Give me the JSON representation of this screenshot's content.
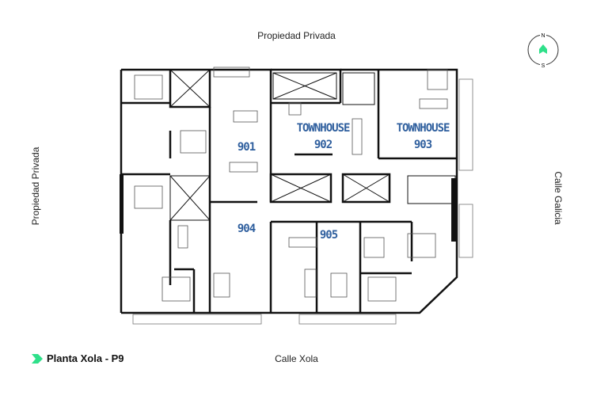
{
  "title": "Planta Xola - P9",
  "accent_color": "#2fe08a",
  "unit_label_color": "#2f5f9e",
  "surroundings": {
    "top": "Propiedad Privada",
    "left": "Propiedad Privada",
    "right": "Calle Galicia",
    "bottom": "Calle Xola"
  },
  "compass": {
    "north": "N",
    "south": "S",
    "icon": "north-arrow-icon"
  },
  "units": [
    {
      "id": "901",
      "line1": "",
      "line2": "901"
    },
    {
      "id": "902",
      "line1": "TOWNHOUSE",
      "line2": "902"
    },
    {
      "id": "903",
      "line1": "TOWNHOUSE",
      "line2": "903"
    },
    {
      "id": "904",
      "line1": "",
      "line2": "904"
    },
    {
      "id": "905",
      "line1": "",
      "line2": "905"
    }
  ]
}
